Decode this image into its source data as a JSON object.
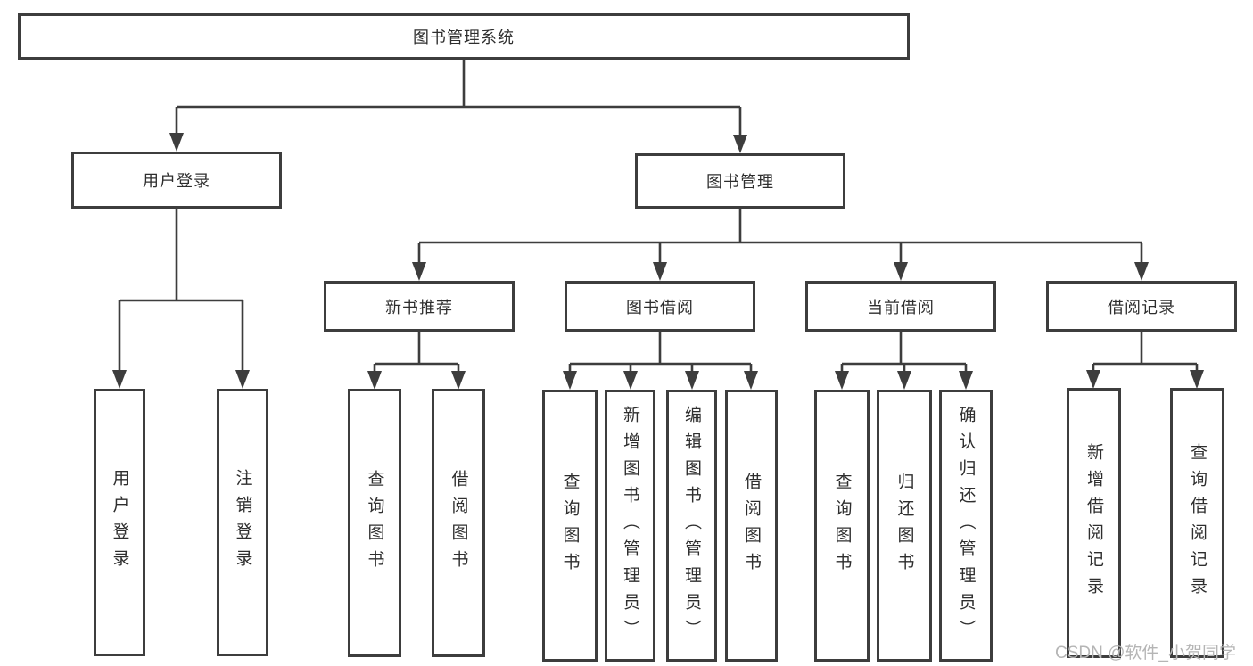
{
  "diagram": {
    "title": "图书管理系统",
    "watermark": "CSDN @软件_小贺同学",
    "colors": {
      "line": "#3d3d3d",
      "text": "#2e2e2e",
      "background": "#ffffff",
      "watermark": "#b5b5b5"
    },
    "root": {
      "label": "图书管理系统"
    },
    "level2": [
      {
        "label": "用户登录",
        "parent": "图书管理系统"
      },
      {
        "label": "图书管理",
        "parent": "图书管理系统"
      }
    ],
    "level3": [
      {
        "label": "新书推荐",
        "parent": "图书管理"
      },
      {
        "label": "图书借阅",
        "parent": "图书管理"
      },
      {
        "label": "当前借阅",
        "parent": "图书管理"
      },
      {
        "label": "借阅记录",
        "parent": "图书管理"
      }
    ],
    "leaves": [
      {
        "label": "用户登录",
        "parent": "用户登录"
      },
      {
        "label": "注销登录",
        "parent": "用户登录"
      },
      {
        "label": "查询图书",
        "parent": "新书推荐"
      },
      {
        "label": "借阅图书",
        "parent": "新书推荐"
      },
      {
        "label": "查询图书",
        "parent": "图书借阅"
      },
      {
        "label": "新增图书（管理员）",
        "parent": "图书借阅"
      },
      {
        "label": "编辑图书（管理员）",
        "parent": "图书借阅"
      },
      {
        "label": "借阅图书",
        "parent": "图书借阅"
      },
      {
        "label": "查询图书",
        "parent": "当前借阅"
      },
      {
        "label": "归还图书",
        "parent": "当前借阅"
      },
      {
        "label": "确认归还（管理员）",
        "parent": "当前借阅"
      },
      {
        "label": "新增借阅记录",
        "parent": "借阅记录"
      },
      {
        "label": "查询借阅记录",
        "parent": "借阅记录"
      }
    ]
  }
}
